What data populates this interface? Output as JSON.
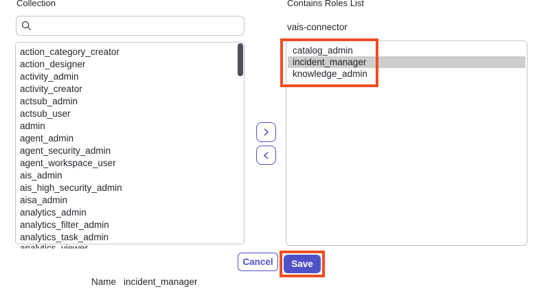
{
  "colors": {
    "accent": "#4f52c7",
    "annotation": "#f04e23",
    "highlight": "#cdcdcd"
  },
  "left_panel": {
    "label": "Collection",
    "search_value": "",
    "roles": [
      "action_category_creator",
      "action_designer",
      "activity_admin",
      "activity_creator",
      "actsub_admin",
      "actsub_user",
      "admin",
      "agent_admin",
      "agent_security_admin",
      "agent_workspace_user",
      "ais_admin",
      "ais_high_security_admin",
      "aisa_admin",
      "analytics_admin",
      "analytics_filter_admin",
      "analytics_task_admin"
    ],
    "clipped_role": "analytics_viewer"
  },
  "transfer": {
    "add_icon": "chevron-right",
    "remove_icon": "chevron-left"
  },
  "right_panel": {
    "label": "Contains Roles List",
    "group_name": "vais-connector",
    "roles": [
      {
        "name": "catalog_admin",
        "selected": false
      },
      {
        "name": "incident_manager",
        "selected": true
      },
      {
        "name": "knowledge_admin",
        "selected": false
      }
    ]
  },
  "footer": {
    "cancel_label": "Cancel",
    "save_label": "Save"
  },
  "name_row": {
    "label": "Name",
    "value": "incident_manager"
  }
}
